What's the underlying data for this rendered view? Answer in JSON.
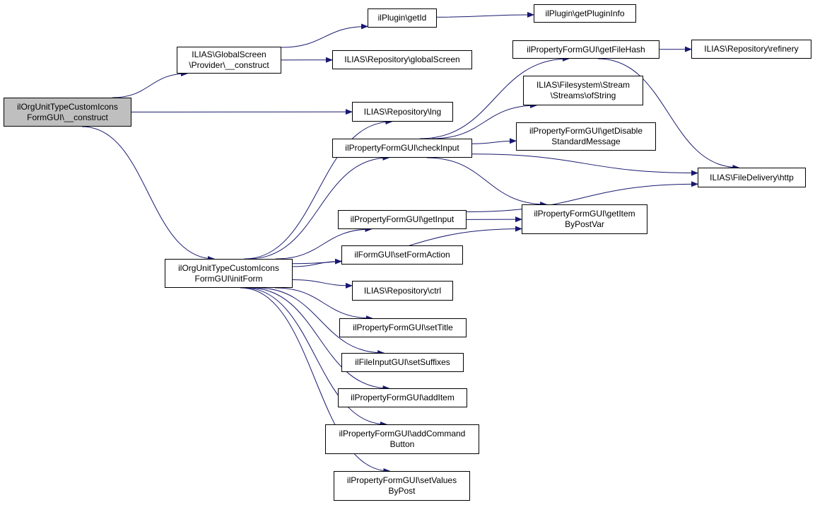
{
  "colors": {
    "edge": "#191970",
    "root_fill": "#bfbfbf",
    "node_fill": "#ffffff",
    "border": "#000000"
  },
  "nodes": {
    "root": "ilOrgUnitTypeCustomIcons\nFormGUI\\__construct",
    "gs_provider": "ILIAS\\GlobalScreen\n\\Provider\\__construct",
    "plugin_getid": "ilPlugin\\getId",
    "plugin_getinfo": "ilPlugin\\getPluginInfo",
    "repo_globalscreen": "ILIAS\\Repository\\globalScreen",
    "getfilehash": "ilPropertyFormGUI\\getFileHash",
    "repo_refinery": "ILIAS\\Repository\\refinery",
    "fs_ofstring": "ILIAS\\Filesystem\\Stream\n\\Streams\\ofString",
    "repo_lng": "ILIAS\\Repository\\lng",
    "checkinput": "ilPropertyFormGUI\\checkInput",
    "getdisable": "ilPropertyFormGUI\\getDisable\nStandardMessage",
    "filedelivery_http": "ILIAS\\FileDelivery\\http",
    "getinput": "ilPropertyFormGUI\\getInput",
    "getitembypostvar": "ilPropertyFormGUI\\getItem\nByPostVar",
    "initform": "ilOrgUnitTypeCustomIcons\nFormGUI\\initForm",
    "setformaction": "ilFormGUI\\setFormAction",
    "repo_ctrl": "ILIAS\\Repository\\ctrl",
    "settitle": "ilPropertyFormGUI\\setTitle",
    "setsuffixes": "ilFileInputGUI\\setSuffixes",
    "additem": "ilPropertyFormGUI\\addItem",
    "addcommandbutton": "ilPropertyFormGUI\\addCommand\nButton",
    "setvaluesbypost": "ilPropertyFormGUI\\setValues\nByPost"
  },
  "edges": [
    [
      "root",
      "gs_provider"
    ],
    [
      "root",
      "repo_lng"
    ],
    [
      "root",
      "initform"
    ],
    [
      "gs_provider",
      "plugin_getid"
    ],
    [
      "gs_provider",
      "repo_globalscreen"
    ],
    [
      "plugin_getid",
      "plugin_getinfo"
    ],
    [
      "checkinput",
      "getfilehash"
    ],
    [
      "checkinput",
      "fs_ofstring"
    ],
    [
      "checkinput",
      "getdisable"
    ],
    [
      "checkinput",
      "filedelivery_http"
    ],
    [
      "checkinput",
      "getitembypostvar"
    ],
    [
      "getfilehash",
      "repo_refinery"
    ],
    [
      "getfilehash",
      "filedelivery_http"
    ],
    [
      "getinput",
      "getitembypostvar"
    ],
    [
      "getinput",
      "filedelivery_http"
    ],
    [
      "initform",
      "repo_lng"
    ],
    [
      "initform",
      "checkinput"
    ],
    [
      "initform",
      "getitembypostvar"
    ],
    [
      "initform",
      "getinput"
    ],
    [
      "initform",
      "setformaction"
    ],
    [
      "initform",
      "repo_ctrl"
    ],
    [
      "initform",
      "settitle"
    ],
    [
      "initform",
      "setsuffixes"
    ],
    [
      "initform",
      "additem"
    ],
    [
      "initform",
      "addcommandbutton"
    ],
    [
      "initform",
      "setvaluesbypost"
    ]
  ]
}
